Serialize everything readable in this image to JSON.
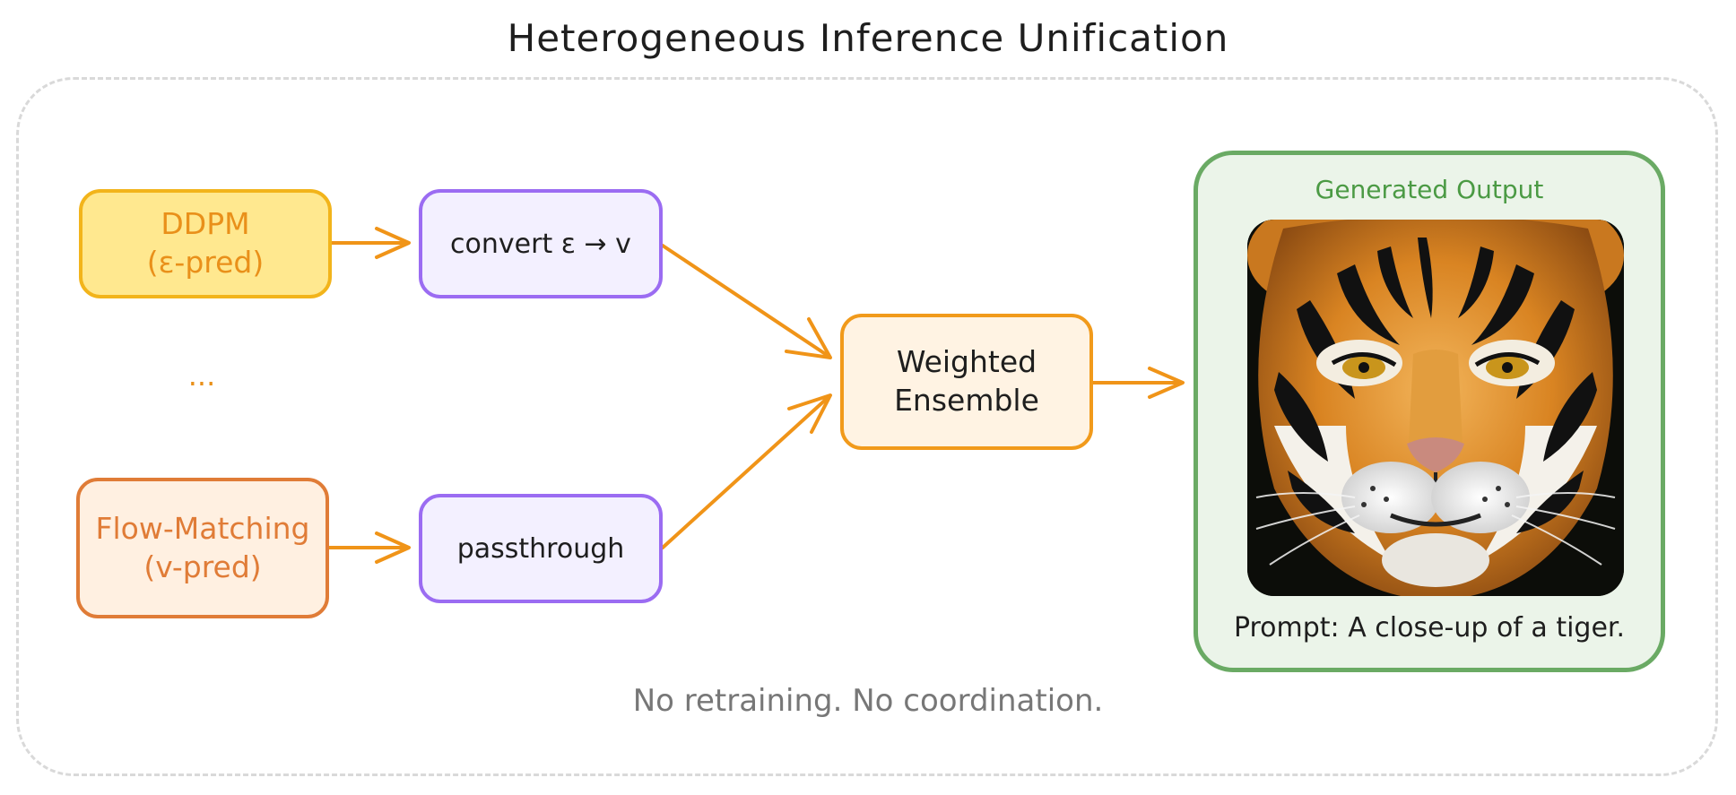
{
  "title": "Heterogeneous Inference Unification",
  "nodes": {
    "ddpm": {
      "line1": "DDPM",
      "line2": "(ε-pred)"
    },
    "ellipsis": "...",
    "flow": {
      "line1": "Flow-Matching",
      "line2": "(v-pred)"
    },
    "convert": "convert ε → v",
    "passthrough": "passthrough",
    "ensemble": {
      "line1": "Weighted",
      "line2": "Ensemble"
    }
  },
  "output": {
    "title": "Generated Output",
    "image": "tiger-face",
    "prompt": "Prompt: A close-up of a tiger."
  },
  "footer": "No retraining. No coordination.",
  "colors": {
    "arrow": "#f09418",
    "ddpm_fill": "#ffe88f",
    "flow_stroke": "#e07c37",
    "converter_stroke": "#9b6cf2",
    "output_stroke": "#6aaa64"
  }
}
